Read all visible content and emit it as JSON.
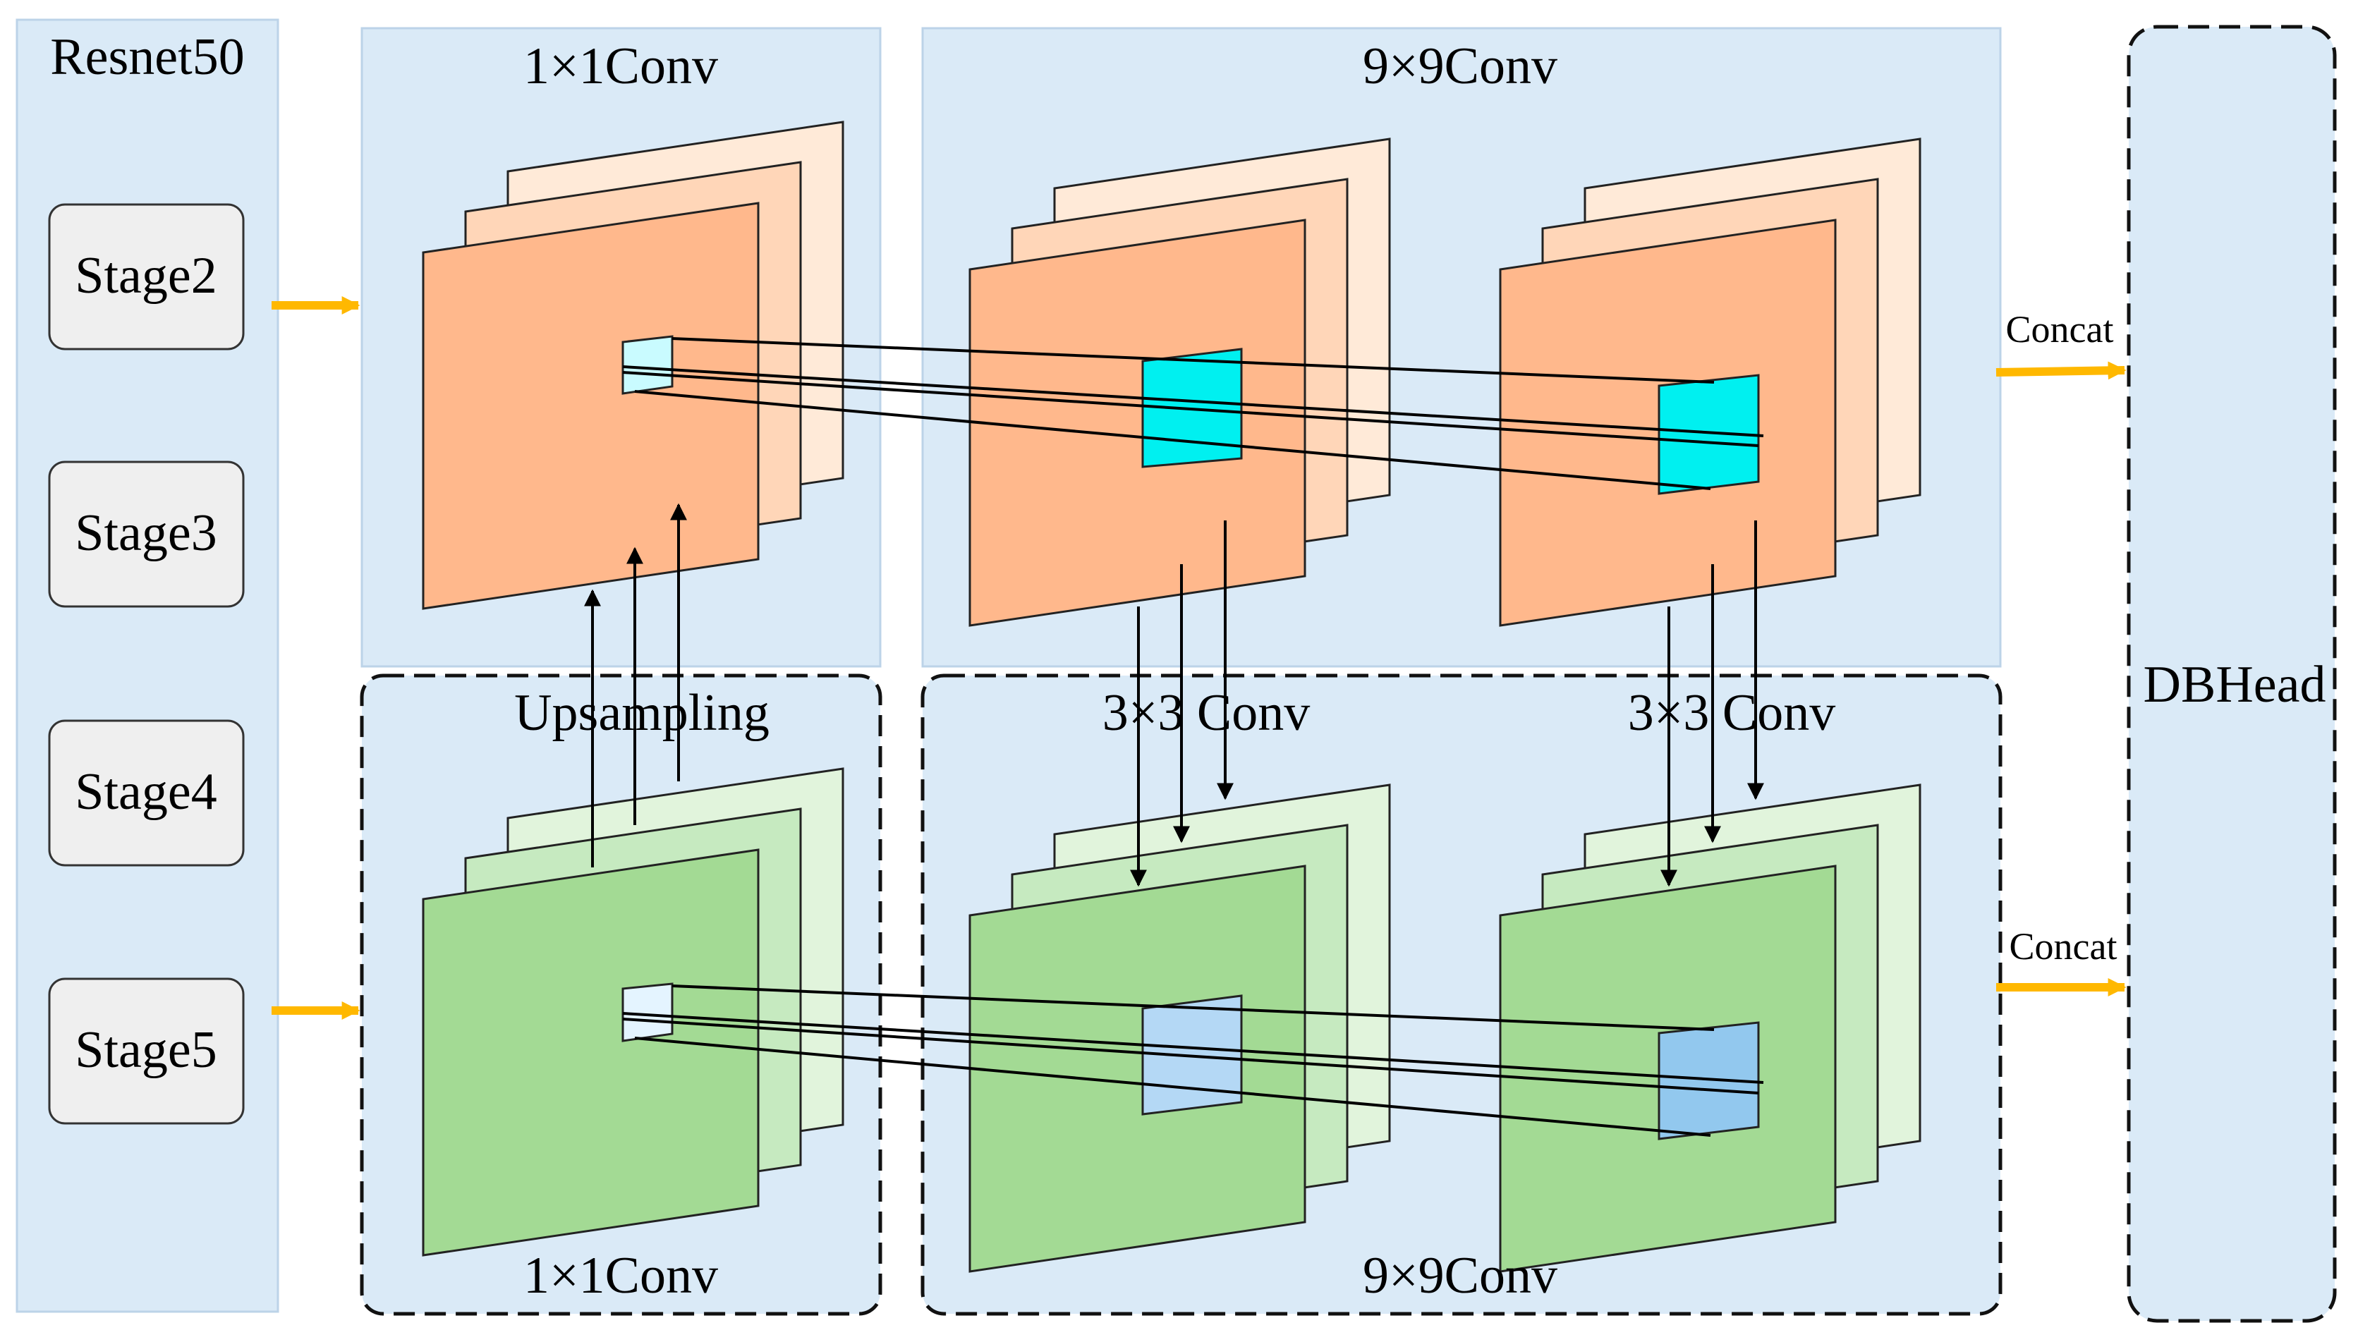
{
  "backbone": {
    "title": "Resnet50",
    "stages": [
      "Stage2",
      "Stage3",
      "Stage4",
      "Stage5"
    ]
  },
  "top_left_panel": {
    "label": "1×1Conv"
  },
  "top_right_panel": {
    "label": "9×9Conv"
  },
  "bottom_left_panel": {
    "label_top": "Upsampling",
    "label_bottom": "1×1Conv"
  },
  "bottom_right_panel": {
    "label_left": "3×3 Conv",
    "label_right": "3×3 Conv",
    "label_bottom": "9×9Conv"
  },
  "concat_top": "Concat",
  "concat_bottom": "Concat",
  "head": {
    "label": "DBHead"
  },
  "colors": {
    "panel_fill": "#daeaf7",
    "panel_stroke": "#bcd3e8",
    "stage_fill": "#efefef",
    "orange_front": "#ffb88c",
    "orange_mid": "#ffd6b8",
    "orange_back": "#ffead8",
    "green_front": "#a3da94",
    "green_mid": "#c6eac0",
    "green_back": "#e1f4dc",
    "cyan_patch": "#00f0f0",
    "blue_patch": "#b4d8f5",
    "arrow": "#ffb800"
  }
}
